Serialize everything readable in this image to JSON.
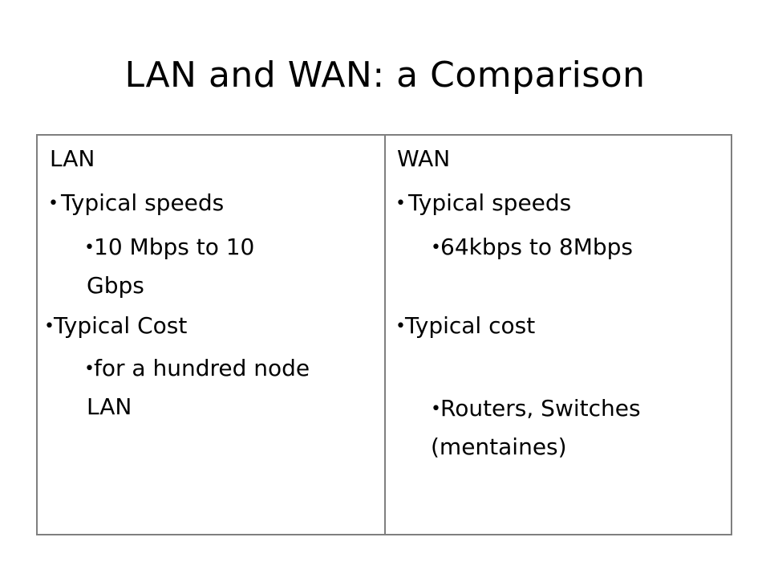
{
  "slide": {
    "title": "LAN and WAN: a Comparison",
    "bullet_glyph": "•",
    "lan": {
      "heading": "LAN",
      "speeds_label": "Typical speeds",
      "speeds_line1": "10 Mbps to  10",
      "speeds_line2": "Gbps",
      "cost_label": "Typical Cost",
      "cost_line1": "for a hundred node",
      "cost_line2": "LAN"
    },
    "wan": {
      "heading": "WAN",
      "speeds_label": "Typical speeds",
      "speeds_value": "64kbps to 8Mbps",
      "cost_label": "Typical cost",
      "cost_line1": "Routers, Switches",
      "cost_line2": "(mentaines)"
    }
  }
}
